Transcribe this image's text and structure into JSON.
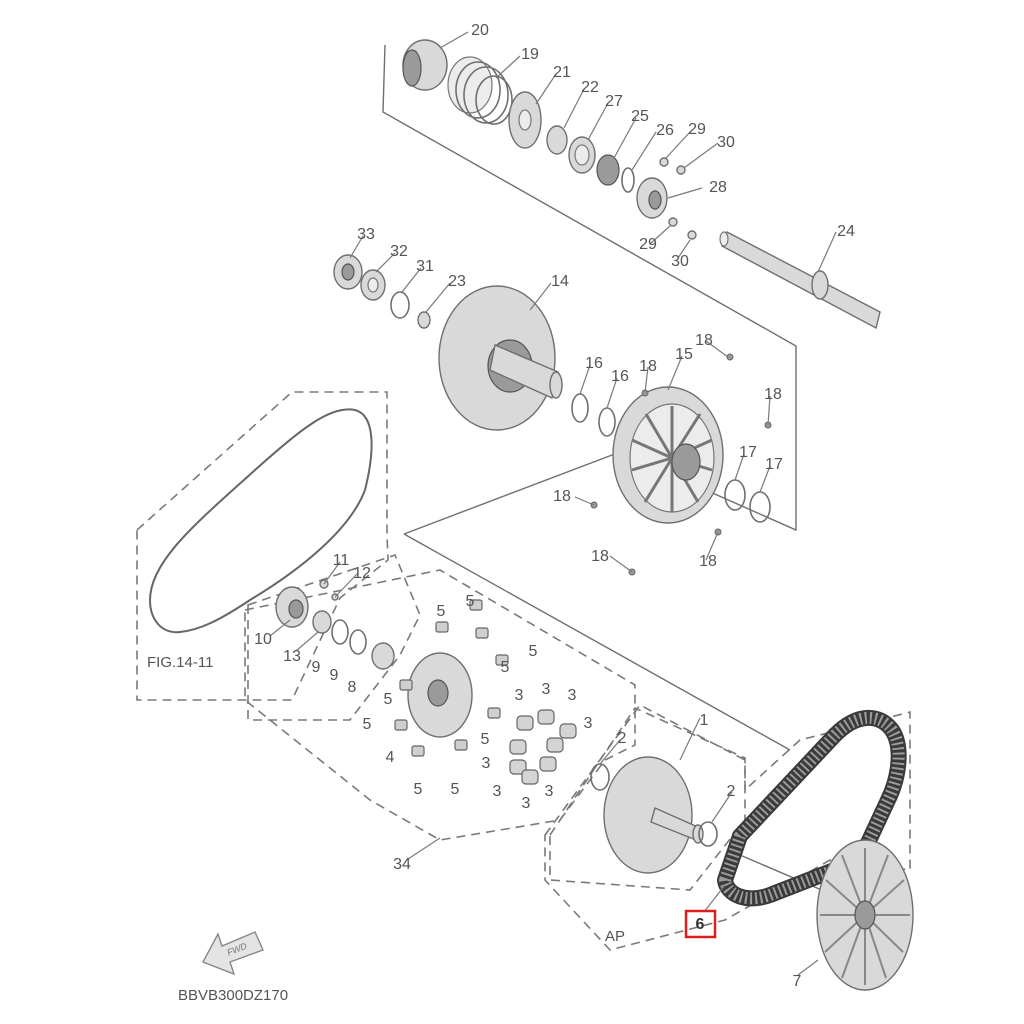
{
  "callouts": {
    "c1": "1",
    "c2a": "2",
    "c2b": "2",
    "c3a": "3",
    "c3b": "3",
    "c3c": "3",
    "c3d": "3",
    "c3e": "3",
    "c3f": "3",
    "c3g": "3",
    "c3h": "3",
    "c4": "4",
    "c5a": "5",
    "c5b": "5",
    "c5c": "5",
    "c5d": "5",
    "c5e": "5",
    "c5f": "5",
    "c5g": "5",
    "c5h": "5",
    "c5i": "5",
    "c6": "6",
    "c7": "7",
    "c8": "8",
    "c9a": "9",
    "c9b": "9",
    "c10": "10",
    "c11": "11",
    "c12": "12",
    "c13": "13",
    "c14": "14",
    "c15": "15",
    "c16a": "16",
    "c16b": "16",
    "c17a": "17",
    "c17b": "17",
    "c18a": "18",
    "c18b": "18",
    "c18c": "18",
    "c18d": "18",
    "c18e": "18",
    "c18f": "18",
    "c19": "19",
    "c20": "20",
    "c21": "21",
    "c22": "22",
    "c23": "23",
    "c24": "24",
    "c25": "25",
    "c26": "26",
    "c27": "27",
    "c28": "28",
    "c29a": "29",
    "c29b": "29",
    "c30a": "30",
    "c30b": "30",
    "c31": "31",
    "c32": "32",
    "c33": "33",
    "c34": "34"
  },
  "labels": {
    "fig_ref": "FIG.14-11",
    "assembly": "AP",
    "fwd": "FWD",
    "drawing_code": "BBVB300DZ170"
  },
  "highlight": {
    "part": "6",
    "color": "#e01e1e"
  },
  "icons": {
    "fwd_arrow": "fwd-arrow-icon"
  }
}
